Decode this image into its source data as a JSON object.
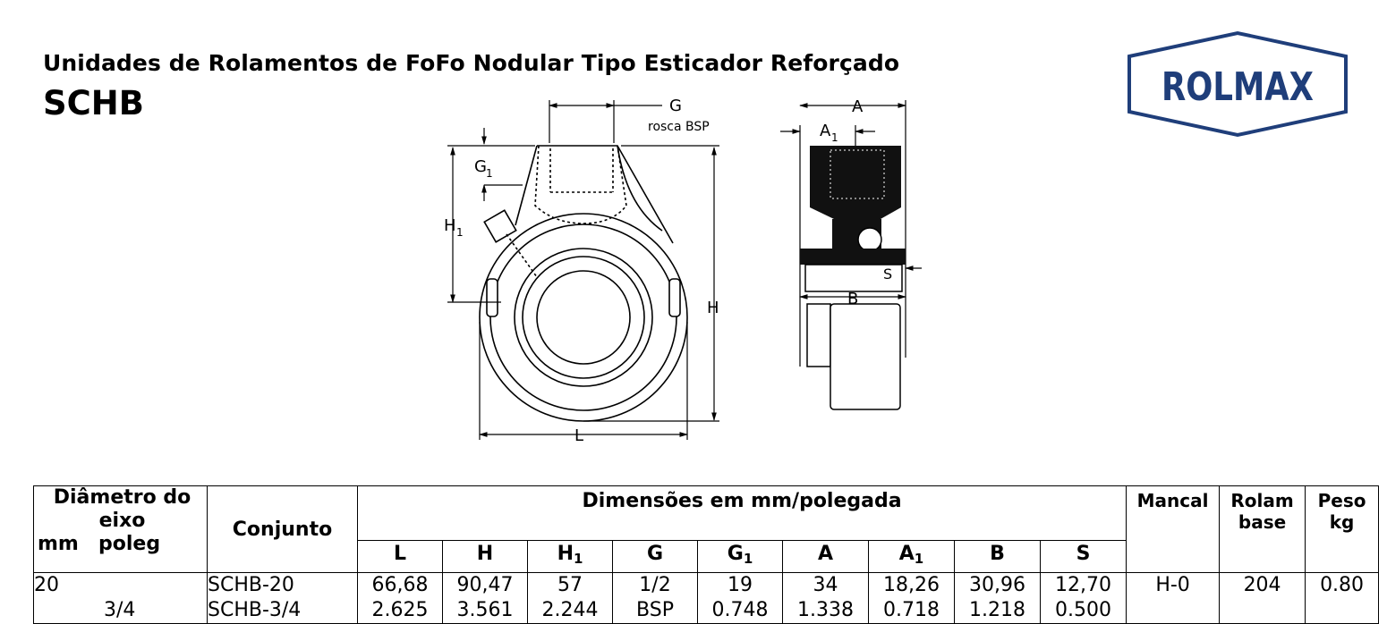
{
  "header": {
    "title": "Unidades de Rolamentos de FoFo Nodular Tipo Esticador Reforçado",
    "model": "SCHB"
  },
  "logo": {
    "text": "ROLMAX",
    "color": "#1f3e7a"
  },
  "drawing": {
    "labels": {
      "G": "G",
      "rosca": "rosca BSP",
      "G1": "G",
      "H1": "H",
      "H": "H",
      "L": "L",
      "A": "A",
      "A1": "A",
      "S": "S",
      "B": "B",
      "sub1": "1"
    }
  },
  "table": {
    "diam_header": {
      "line1": "Diâmetro do",
      "line2": "eixo",
      "mm": "mm",
      "poleg": "poleg"
    },
    "conjunto_header": "Conjunto",
    "dim_header": "Dimensões em mm/polegada",
    "mancal_header": "Mancal",
    "rolam_header": {
      "line1": "Rolam",
      "line2": "base"
    },
    "peso_header": {
      "line1": "Peso",
      "line2": "kg"
    },
    "columns": [
      "L",
      "H",
      "H",
      "G",
      "G",
      "A",
      "A",
      "B",
      "S"
    ],
    "subscripts": [
      "",
      "",
      "1",
      "",
      "1",
      "",
      "1",
      "",
      ""
    ],
    "rows": [
      {
        "mm": "20",
        "poleg": "3/4",
        "conjunto": [
          "SCHB-20",
          "SCHB-3/4"
        ],
        "L": [
          "66,68",
          "2.625"
        ],
        "H": [
          "90,47",
          "3.561"
        ],
        "H1": [
          "57",
          "2.244"
        ],
        "G": [
          "1/2",
          "BSP"
        ],
        "G1": [
          "19",
          "0.748"
        ],
        "A": [
          "34",
          "1.338"
        ],
        "A1": [
          "18,26",
          "0.718"
        ],
        "B": [
          "30,96",
          "1.218"
        ],
        "S": [
          "12,70",
          "0.500"
        ],
        "mancal": "H-0",
        "rolam": "204",
        "peso": "0.80"
      }
    ]
  }
}
